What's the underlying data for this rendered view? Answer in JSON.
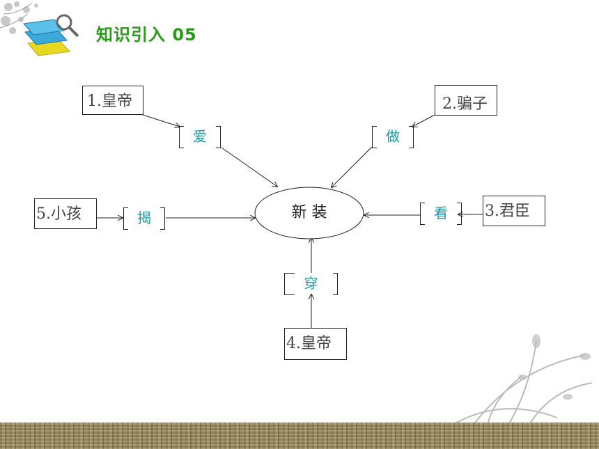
{
  "header": {
    "title": "知识引入 05"
  },
  "diagram": {
    "center": "新  装",
    "nodes": [
      {
        "label": "1.皇帝"
      },
      {
        "label": "2.骗子"
      },
      {
        "label": "3.君臣"
      },
      {
        "label": "4.皇帝"
      },
      {
        "label": "5.小孩"
      }
    ],
    "verbs": [
      "爱",
      "做",
      "看",
      "穿",
      "揭"
    ]
  },
  "colors": {
    "title": "#2a9a1a",
    "verb": "#1a9aa0",
    "ground": "#8d7f55"
  },
  "icons": [
    "book-magnifier-icon",
    "flower-decoration-icon",
    "orchid-decoration-icon"
  ]
}
